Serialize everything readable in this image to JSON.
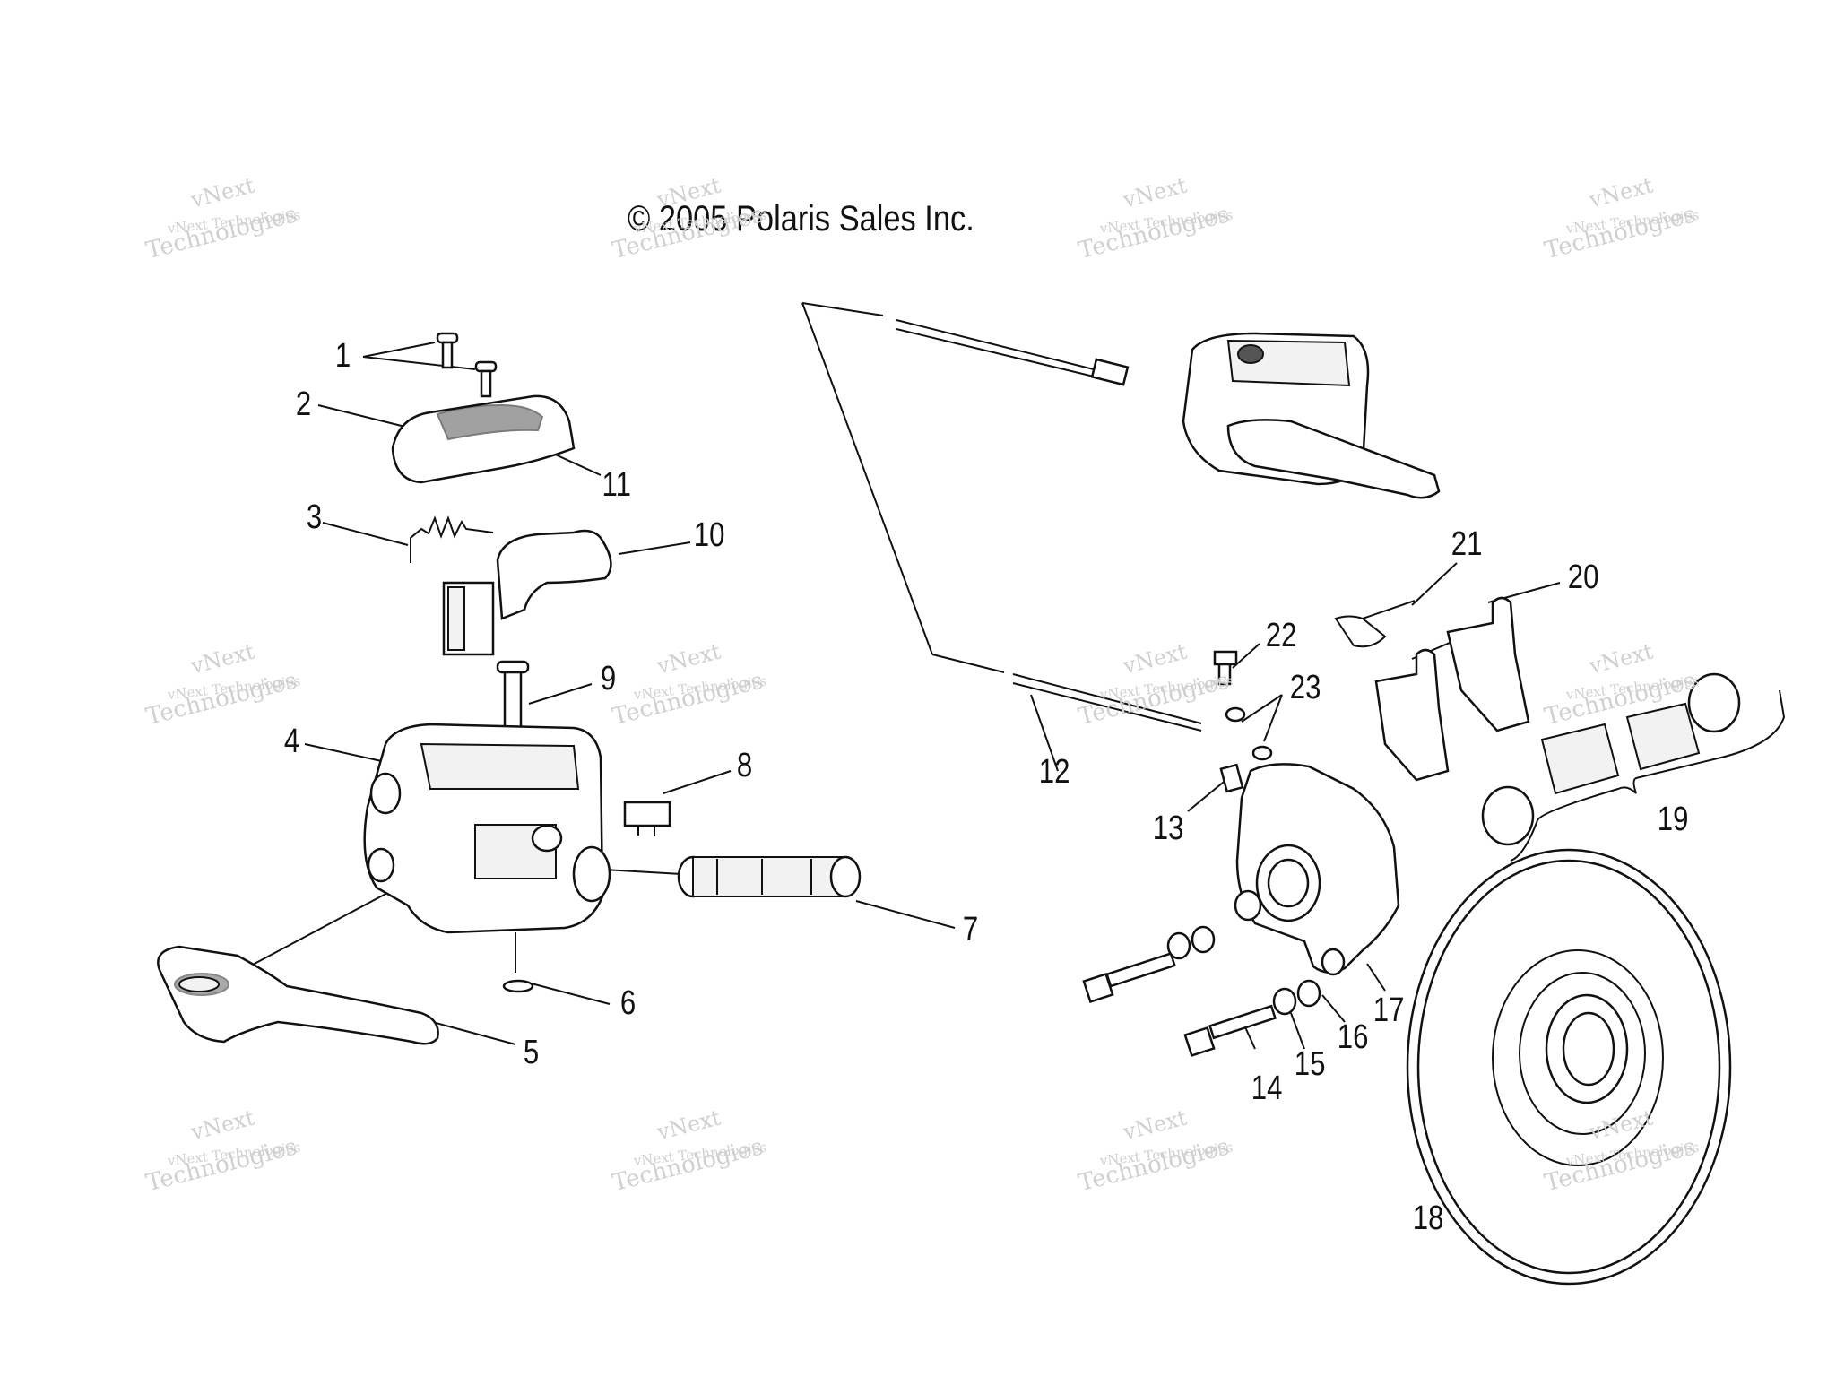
{
  "copyright": "© 2005 Polaris Sales Inc.",
  "watermark": {
    "line1": "vNext",
    "line2": "vNext Technologies",
    "line3": "Technologies"
  },
  "callouts": [
    "1",
    "2",
    "3",
    "4",
    "5",
    "6",
    "7",
    "8",
    "9",
    "10",
    "11",
    "12",
    "13",
    "14",
    "15",
    "16",
    "17",
    "18",
    "19",
    "20",
    "21",
    "22",
    "23"
  ],
  "colors": {
    "line": "#111111",
    "watermark": "#d0d0d0",
    "background": "#ffffff"
  }
}
